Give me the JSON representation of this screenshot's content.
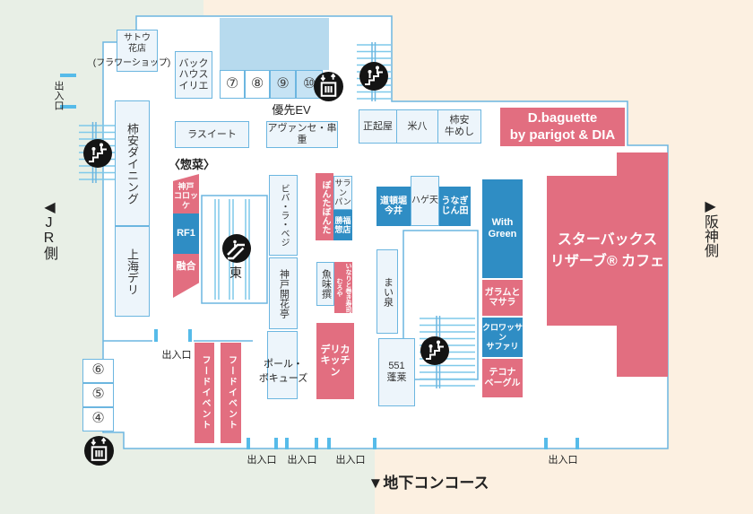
{
  "colors": {
    "bg_left_green": "#e8efe6",
    "bg_right_peach": "#fcf0e1",
    "map_line_blue": "#6cb6e0",
    "shop_pink": "#e26e80",
    "shop_blue": "#2f8dc4",
    "shop_light_fill": "#edf5fb",
    "elevator_shaft_blue": "#b7daee",
    "icon_black": "#141414",
    "entrance_tick_blue": "#56bbe9"
  },
  "side_labels": {
    "jr_side": "◀JR側",
    "hanshin_side": "▶阪神側",
    "underground_concourse": "▼地下コンコース"
  },
  "labels": {
    "exit": "出入口",
    "deli_section": "〈惣菜〉",
    "priority_ev": "優先EV",
    "east": "東"
  },
  "elevator_numbers": {
    "n7": "⑦",
    "n8": "⑧",
    "n9": "⑨",
    "n10": "⑩",
    "n6": "⑥",
    "n5": "⑤",
    "n4": "④"
  },
  "icons": {
    "stairs": "stairs-icon",
    "elevator": "elevator-icon",
    "escalator": "escalator-icon"
  },
  "shops": {
    "sato_hanaten": {
      "label": "サトウ\n花店",
      "note": "(フラワーショップ)"
    },
    "backhaus_irie": {
      "label": "バック\nハウス\nイリエ"
    },
    "la_suite": {
      "label": "ラスイート"
    },
    "avance_kushiju": {
      "label": "アヴァンセ・串重"
    },
    "masakiya": {
      "label": "正起屋"
    },
    "yonehachi": {
      "label": "米八"
    },
    "kakiyasu_gyumeshi": {
      "label": "柿安\n牛めし"
    },
    "d_baguette": {
      "label": "D.baguette\nby parigot & DIA"
    },
    "kakiyasu_dining": {
      "label": "柿安ダイニング"
    },
    "shanghai_deli": {
      "label": "上海デリ"
    },
    "kobe_croquette": {
      "label": "神戸\nコロッケ"
    },
    "rf1": {
      "label": "RF1"
    },
    "yugo": {
      "label": "融合"
    },
    "viva_la_vege": {
      "label": "ビバ・ラ・ベジ"
    },
    "kobe_kaikatei": {
      "label": "神戸開花亭"
    },
    "paul_bocuse": {
      "label": "ポール・\nボキューズ"
    },
    "bonta_bonta": {
      "label": "ぼんたぼんた"
    },
    "saranpan": {
      "label": "サラン\nパン"
    },
    "shofuku_sozaiten": {
      "label": "勝福\n惣店"
    },
    "uomisen": {
      "label": "魚味撰"
    },
    "muroya": {
      "label": "いなりと巻き寿司\nむろや"
    },
    "delica_kitchen": {
      "label": "デリカ\nキッチン"
    },
    "dotonbori_imai": {
      "label": "道頓堀\n今井"
    },
    "hageten": {
      "label": "ハゲ天"
    },
    "unagi_jinta": {
      "label": "うなぎ\nじん田"
    },
    "maisen": {
      "label": "まい泉"
    },
    "horai_551": {
      "label": "551\n蓬莱"
    },
    "with_green": {
      "label": "With\nGreen"
    },
    "garam_to_masala": {
      "label": "ガラムと\nマサラ"
    },
    "croissant_safari": {
      "label": "クロワッサン\nサファリ"
    },
    "tecona_bagel": {
      "label": "テコナ\nベーグル"
    },
    "starbucks_reserve": {
      "label": "スターバックス\nリザーブ® カフェ"
    },
    "food_event": {
      "label": "フードイベント"
    }
  }
}
